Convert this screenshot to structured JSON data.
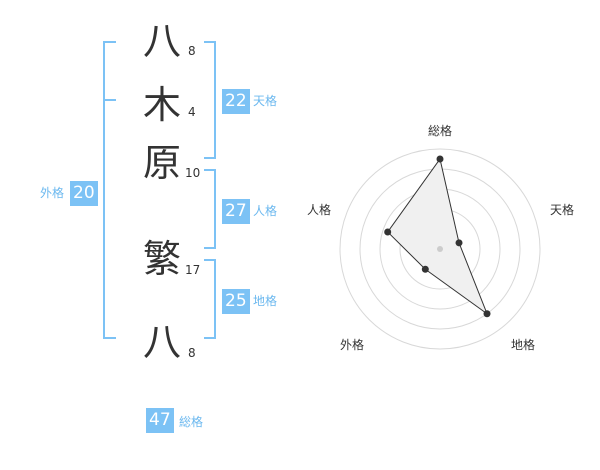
{
  "name_chars": [
    {
      "char": "八",
      "strokes": "8"
    },
    {
      "char": "木",
      "strokes": "4"
    },
    {
      "char": "原",
      "strokes": "10"
    },
    {
      "char": "繁",
      "strokes": "17"
    },
    {
      "char": "八",
      "strokes": "8"
    }
  ],
  "badges": {
    "tenkaku": {
      "value": "22",
      "label": "天格"
    },
    "jinkaku": {
      "value": "27",
      "label": "人格"
    },
    "chikaku": {
      "value": "25",
      "label": "地格"
    },
    "gaikaku": {
      "value": "20",
      "label": "外格"
    },
    "soukaku": {
      "value": "47",
      "label": "総格"
    }
  },
  "colors": {
    "accent": "#7cc2f5",
    "label": "#6bb8ef"
  },
  "chart_data": {
    "type": "radar",
    "axes": [
      "総格",
      "天格",
      "地格",
      "外格",
      "人格"
    ],
    "values": [
      0.9,
      0.2,
      0.8,
      0.25,
      0.55
    ],
    "rings": 5
  }
}
